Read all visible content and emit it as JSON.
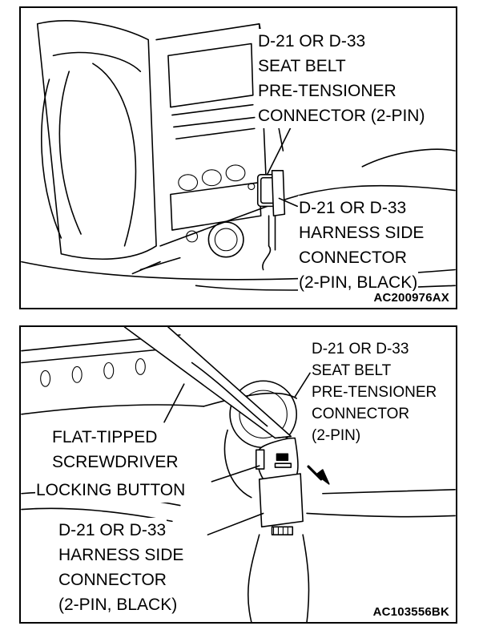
{
  "top_panel": {
    "label_pretensioner": [
      "D-21 OR D-33",
      "SEAT BELT",
      "PRE-TENSIONER",
      "CONNECTOR (2-PIN)"
    ],
    "label_harness": [
      "D-21 OR D-33",
      "HARNESS SIDE",
      "CONNECTOR",
      "(2-PIN, BLACK)"
    ],
    "figure_code": "AC200976AX"
  },
  "bottom_panel": {
    "label_pretensioner": [
      "D-21 OR D-33",
      "SEAT BELT",
      "PRE-TENSIONER",
      "CONNECTOR",
      "(2-PIN)"
    ],
    "label_screwdriver": [
      "FLAT-TIPPED",
      "SCREWDRIVER"
    ],
    "label_locking": "LOCKING BUTTON",
    "label_harness": [
      "D-21 OR D-33",
      "HARNESS SIDE",
      "CONNECTOR",
      "(2-PIN, BLACK)"
    ],
    "figure_code": "AC103556BK"
  }
}
